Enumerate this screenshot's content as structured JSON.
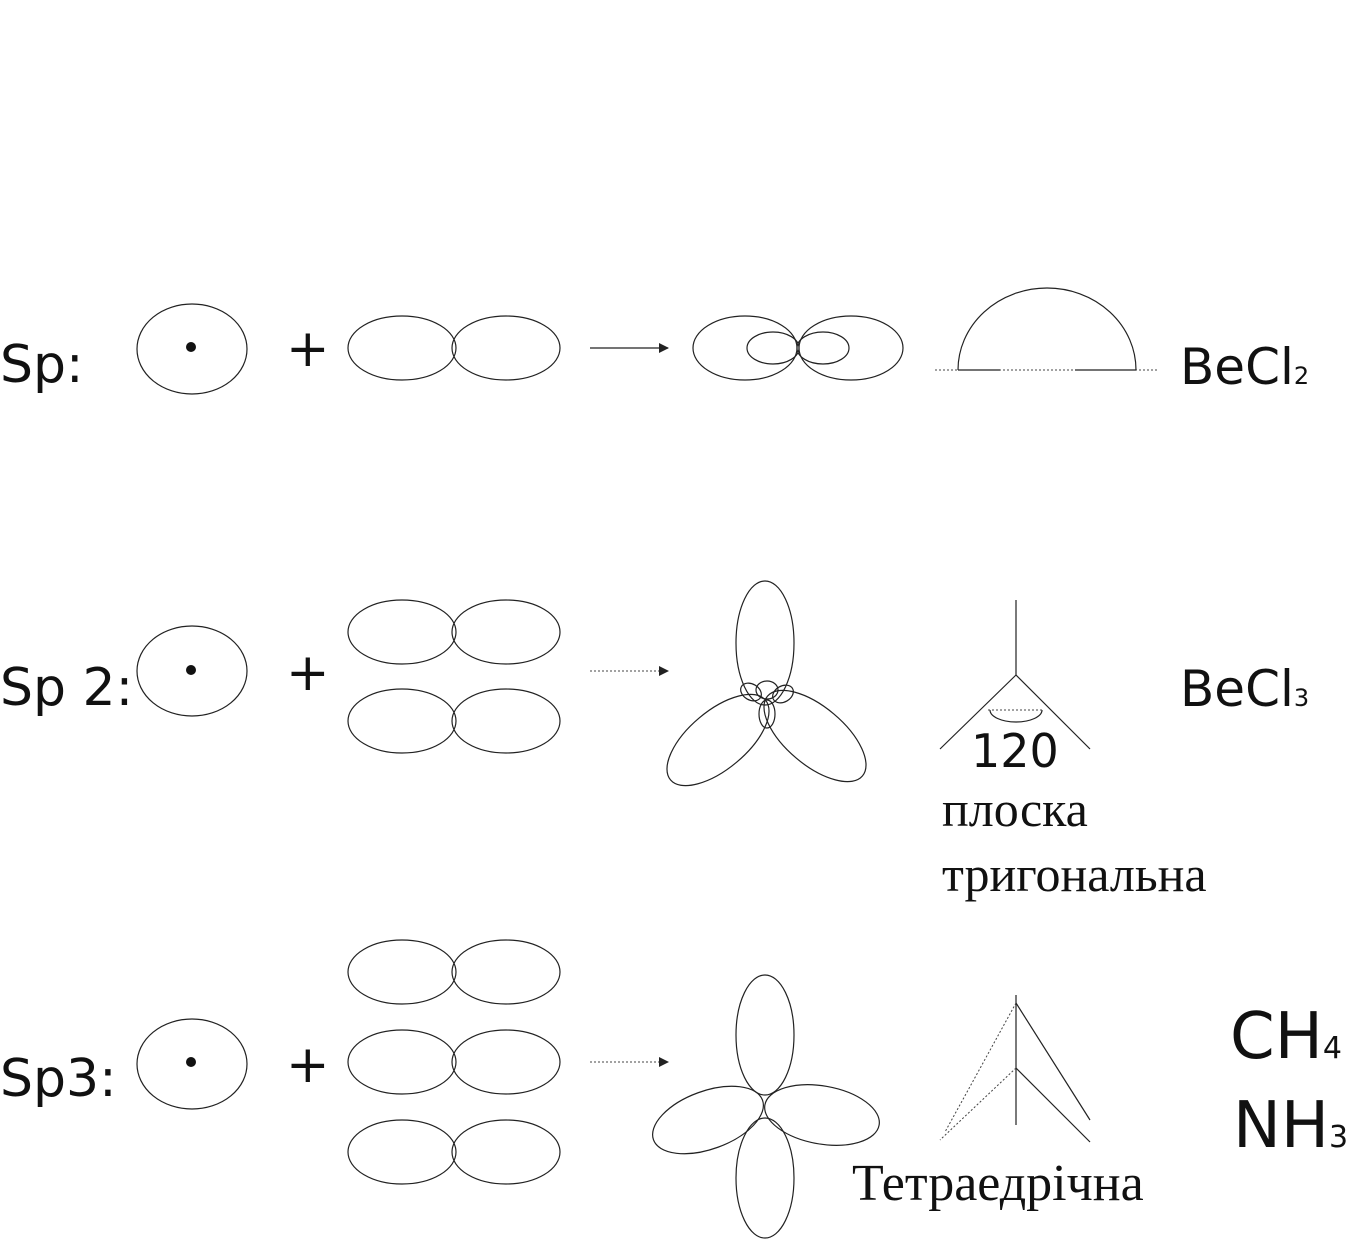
{
  "rows": {
    "sp": {
      "label": "Sp:",
      "plus": "+",
      "formula_base": "BeCl",
      "formula_sub": "2"
    },
    "sp2": {
      "label": "Sp 2:",
      "plus": "+",
      "formula_base": "BeCl",
      "formula_sub": "3",
      "angle": "120",
      "geometry_line1": "плоска",
      "geometry_line2": "тригональна"
    },
    "sp3": {
      "label": "Sp3:",
      "plus": "+",
      "geometry": "Тетраедрічна",
      "formulas": [
        {
          "base": "CH",
          "sub": "4"
        },
        {
          "base": "NH",
          "sub": "3"
        }
      ]
    }
  }
}
